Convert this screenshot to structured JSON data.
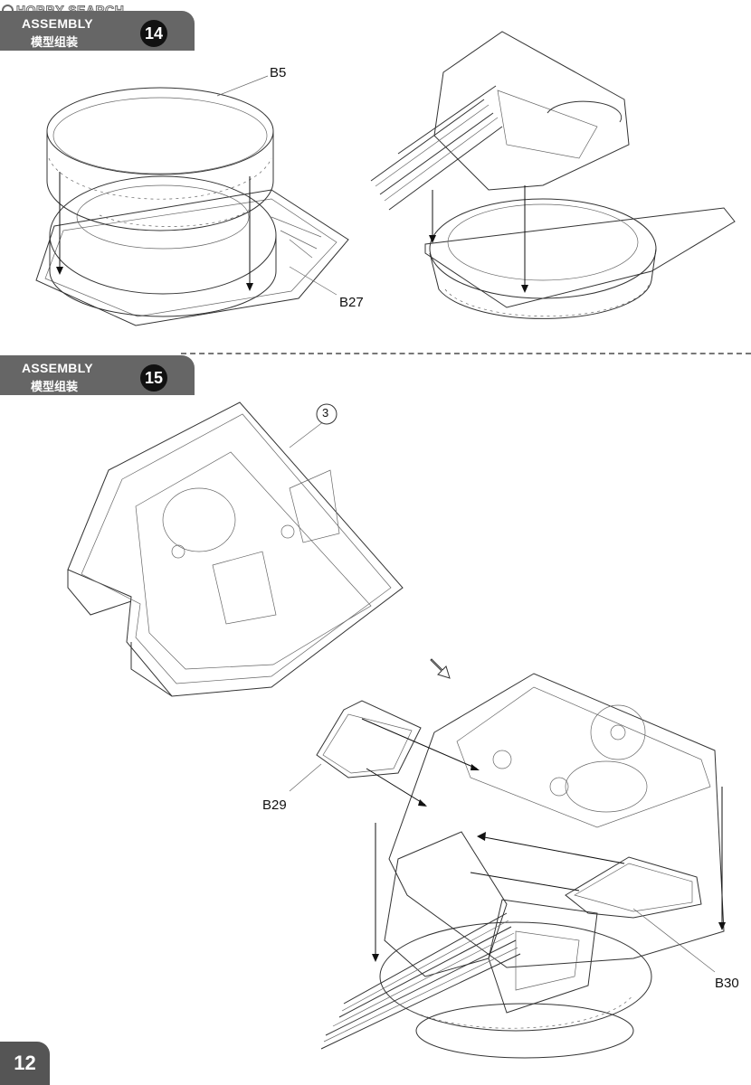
{
  "watermark": {
    "text": "HOBBY SEARCH"
  },
  "steps": [
    {
      "title_en": "ASSEMBLY",
      "title_cn": "模型组装",
      "number": "14"
    },
    {
      "title_en": "ASSEMBLY",
      "title_cn": "模型组装",
      "number": "15"
    }
  ],
  "callouts": {
    "b5": "B5",
    "b27": "B27",
    "part3": "3",
    "b29": "B29",
    "b30": "B30"
  },
  "page_number": "12"
}
